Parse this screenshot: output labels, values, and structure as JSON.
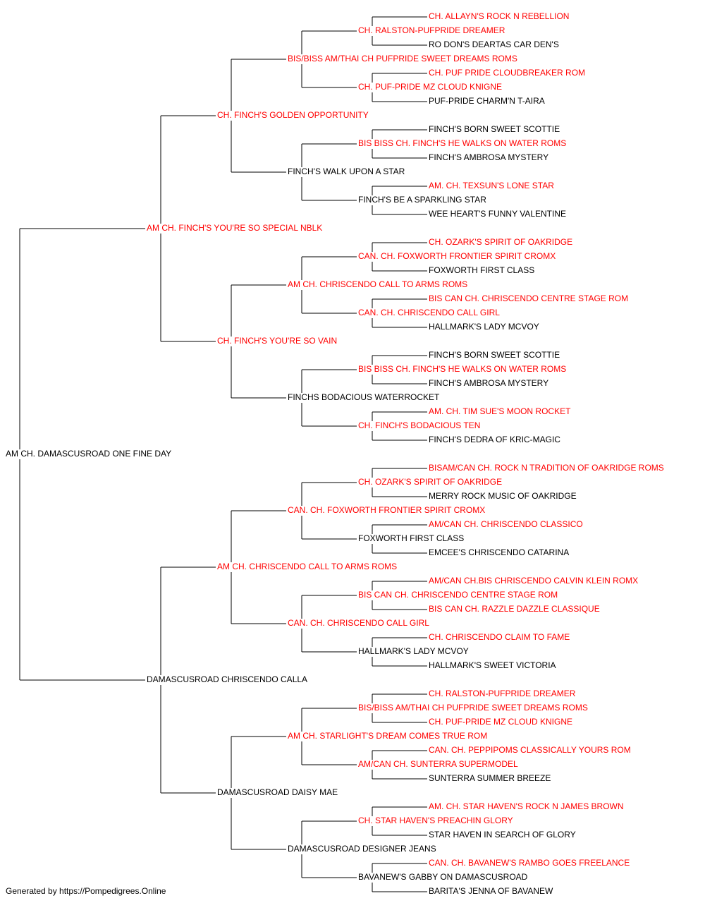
{
  "colors": {
    "champion": "#ff0000",
    "regular": "#000000",
    "line": "#000000"
  },
  "footer": "Generated by https://Pompedigrees.Online",
  "pedigree": {
    "name": "AM CH. DAMASCUSROAD ONE FINE DAY",
    "ch": false,
    "sire": {
      "name": "AM CH. FINCH'S YOU'RE SO SPECIAL NBLK",
      "ch": true,
      "sire": {
        "name": "CH. FINCH'S GOLDEN OPPORTUNITY",
        "ch": true,
        "sire": {
          "name": "BIS/BISS AM/THAI CH PUFPRIDE SWEET DREAMS ROMS",
          "ch": true,
          "sire": {
            "name": "CH. RALSTON-PUFPRIDE DREAMER",
            "ch": true,
            "sire": {
              "name": "CH. ALLAYN'S ROCK N REBELLION",
              "ch": true
            },
            "dam": {
              "name": "RO DON'S DEARTAS CAR DEN'S",
              "ch": false
            }
          },
          "dam": {
            "name": "CH. PUF-PRIDE MZ CLOUD KNIGNE",
            "ch": true,
            "sire": {
              "name": "CH. PUF PRIDE CLOUDBREAKER ROM",
              "ch": true
            },
            "dam": {
              "name": "PUF-PRIDE CHARM'N T-AIRA",
              "ch": false
            }
          }
        },
        "dam": {
          "name": "FINCH'S WALK UPON A STAR",
          "ch": false,
          "sire": {
            "name": "BIS BISS CH. FINCH'S HE WALKS ON WATER ROMS",
            "ch": true,
            "sire": {
              "name": "FINCH'S BORN SWEET SCOTTIE",
              "ch": false
            },
            "dam": {
              "name": "FINCH'S AMBROSA MYSTERY",
              "ch": false
            }
          },
          "dam": {
            "name": "FINCH'S BE A SPARKLING STAR",
            "ch": false,
            "sire": {
              "name": "AM. CH. TEXSUN'S LONE STAR",
              "ch": true
            },
            "dam": {
              "name": "WEE HEART'S FUNNY VALENTINE",
              "ch": false
            }
          }
        }
      },
      "dam": {
        "name": "CH. FINCH'S YOU'RE SO VAIN",
        "ch": true,
        "sire": {
          "name": "AM CH. CHRISCENDO CALL TO ARMS ROMS",
          "ch": true,
          "sire": {
            "name": "CAN. CH. FOXWORTH FRONTIER SPIRIT CROMX",
            "ch": true,
            "sire": {
              "name": "CH. OZARK'S SPIRIT OF OAKRIDGE",
              "ch": true
            },
            "dam": {
              "name": "FOXWORTH FIRST CLASS",
              "ch": false
            }
          },
          "dam": {
            "name": "CAN. CH. CHRISCENDO CALL GIRL",
            "ch": true,
            "sire": {
              "name": "BIS CAN CH. CHRISCENDO CENTRE STAGE ROM",
              "ch": true
            },
            "dam": {
              "name": "HALLMARK'S LADY MCVOY",
              "ch": false
            }
          }
        },
        "dam": {
          "name": "FINCHS BODACIOUS WATERROCKET",
          "ch": false,
          "sire": {
            "name": "BIS BISS CH. FINCH'S HE WALKS ON WATER ROMS",
            "ch": true,
            "sire": {
              "name": "FINCH'S BORN SWEET SCOTTIE",
              "ch": false
            },
            "dam": {
              "name": "FINCH'S AMBROSA MYSTERY",
              "ch": false
            }
          },
          "dam": {
            "name": "CH. FINCH'S BODACIOUS TEN",
            "ch": true,
            "sire": {
              "name": "AM. CH. TIM SUE'S MOON ROCKET",
              "ch": true
            },
            "dam": {
              "name": "FINCH'S DEDRA OF KRIC-MAGIC",
              "ch": false
            }
          }
        }
      }
    },
    "dam": {
      "name": "DAMASCUSROAD CHRISCENDO CALLA",
      "ch": false,
      "sire": {
        "name": "AM CH. CHRISCENDO CALL TO ARMS ROMS",
        "ch": true,
        "sire": {
          "name": "CAN. CH. FOXWORTH FRONTIER SPIRIT CROMX",
          "ch": true,
          "sire": {
            "name": "CH. OZARK'S SPIRIT OF OAKRIDGE",
            "ch": true,
            "sire": {
              "name": "BISAM/CAN CH. ROCK N TRADITION OF OAKRIDGE ROMS",
              "ch": true
            },
            "dam": {
              "name": "MERRY ROCK MUSIC OF OAKRIDGE",
              "ch": false
            }
          },
          "dam": {
            "name": "FOXWORTH FIRST CLASS",
            "ch": false,
            "sire": {
              "name": "AM/CAN CH. CHRISCENDO CLASSICO",
              "ch": true
            },
            "dam": {
              "name": "EMCEE'S CHRISCENDO CATARINA",
              "ch": false
            }
          }
        },
        "dam": {
          "name": "CAN. CH. CHRISCENDO CALL GIRL",
          "ch": true,
          "sire": {
            "name": "BIS CAN CH. CHRISCENDO CENTRE STAGE ROM",
            "ch": true,
            "sire": {
              "name": "AM/CAN CH.BIS CHRISCENDO CALVIN KLEIN ROMX",
              "ch": true
            },
            "dam": {
              "name": "BIS CAN CH. RAZZLE DAZZLE CLASSIQUE",
              "ch": true
            }
          },
          "dam": {
            "name": "HALLMARK'S LADY MCVOY",
            "ch": false,
            "sire": {
              "name": "CH. CHRISCENDO CLAIM TO FAME",
              "ch": true
            },
            "dam": {
              "name": "HALLMARK'S SWEET VICTORIA",
              "ch": false
            }
          }
        }
      },
      "dam": {
        "name": "DAMASCUSROAD DAISY MAE",
        "ch": false,
        "sire": {
          "name": "AM CH. STARLIGHT'S DREAM COMES TRUE ROM",
          "ch": true,
          "sire": {
            "name": "BIS/BISS AM/THAI CH PUFPRIDE SWEET DREAMS ROMS",
            "ch": true,
            "sire": {
              "name": "CH. RALSTON-PUFPRIDE DREAMER",
              "ch": true
            },
            "dam": {
              "name": "CH. PUF-PRIDE MZ CLOUD KNIGNE",
              "ch": true
            }
          },
          "dam": {
            "name": "AM/CAN CH. SUNTERRA SUPERMODEL",
            "ch": true,
            "sire": {
              "name": "CAN. CH. PEPPIPOMS CLASSICALLY YOURS ROM",
              "ch": true
            },
            "dam": {
              "name": "SUNTERRA SUMMER BREEZE",
              "ch": false
            }
          }
        },
        "dam": {
          "name": "DAMASCUSROAD DESIGNER JEANS",
          "ch": false,
          "sire": {
            "name": "CH. STAR HAVEN'S PREACHIN GLORY",
            "ch": true,
            "sire": {
              "name": "AM. CH. STAR HAVEN'S ROCK N JAMES BROWN",
              "ch": true
            },
            "dam": {
              "name": "STAR HAVEN IN SEARCH OF GLORY",
              "ch": false
            }
          },
          "dam": {
            "name": "BAVANEW'S GABBY ON DAMASCUSROAD",
            "ch": false,
            "sire": {
              "name": "CAN. CH. BAVANEW'S RAMBO GOES FREELANCE",
              "ch": true
            },
            "dam": {
              "name": "BARITA'S JENNA OF BAVANEW",
              "ch": false
            }
          }
        }
      }
    }
  }
}
